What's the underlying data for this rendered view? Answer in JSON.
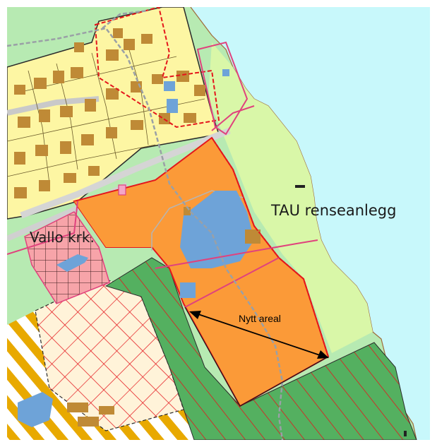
{
  "map": {
    "labels": {
      "plant": "TAU renseanlegg",
      "church": "Vallo krk.",
      "new_area": "Nytt areal"
    },
    "colors": {
      "sea": "#c8f8fb",
      "green_area": "#b7eab2",
      "residential": "#fdf6a3",
      "building": "#bf8a36",
      "industry": "#fb9a38",
      "water_building": "#6ea3d8",
      "church_area": "#f7a4a9",
      "hatch_green": "#54b060",
      "hatch_yellow": "#e8a900",
      "light_green": "#d9f7a8",
      "boundary_red": "#e4161c",
      "boundary_pink": "#e0427d",
      "path_gray": "#9aa0a6"
    }
  }
}
